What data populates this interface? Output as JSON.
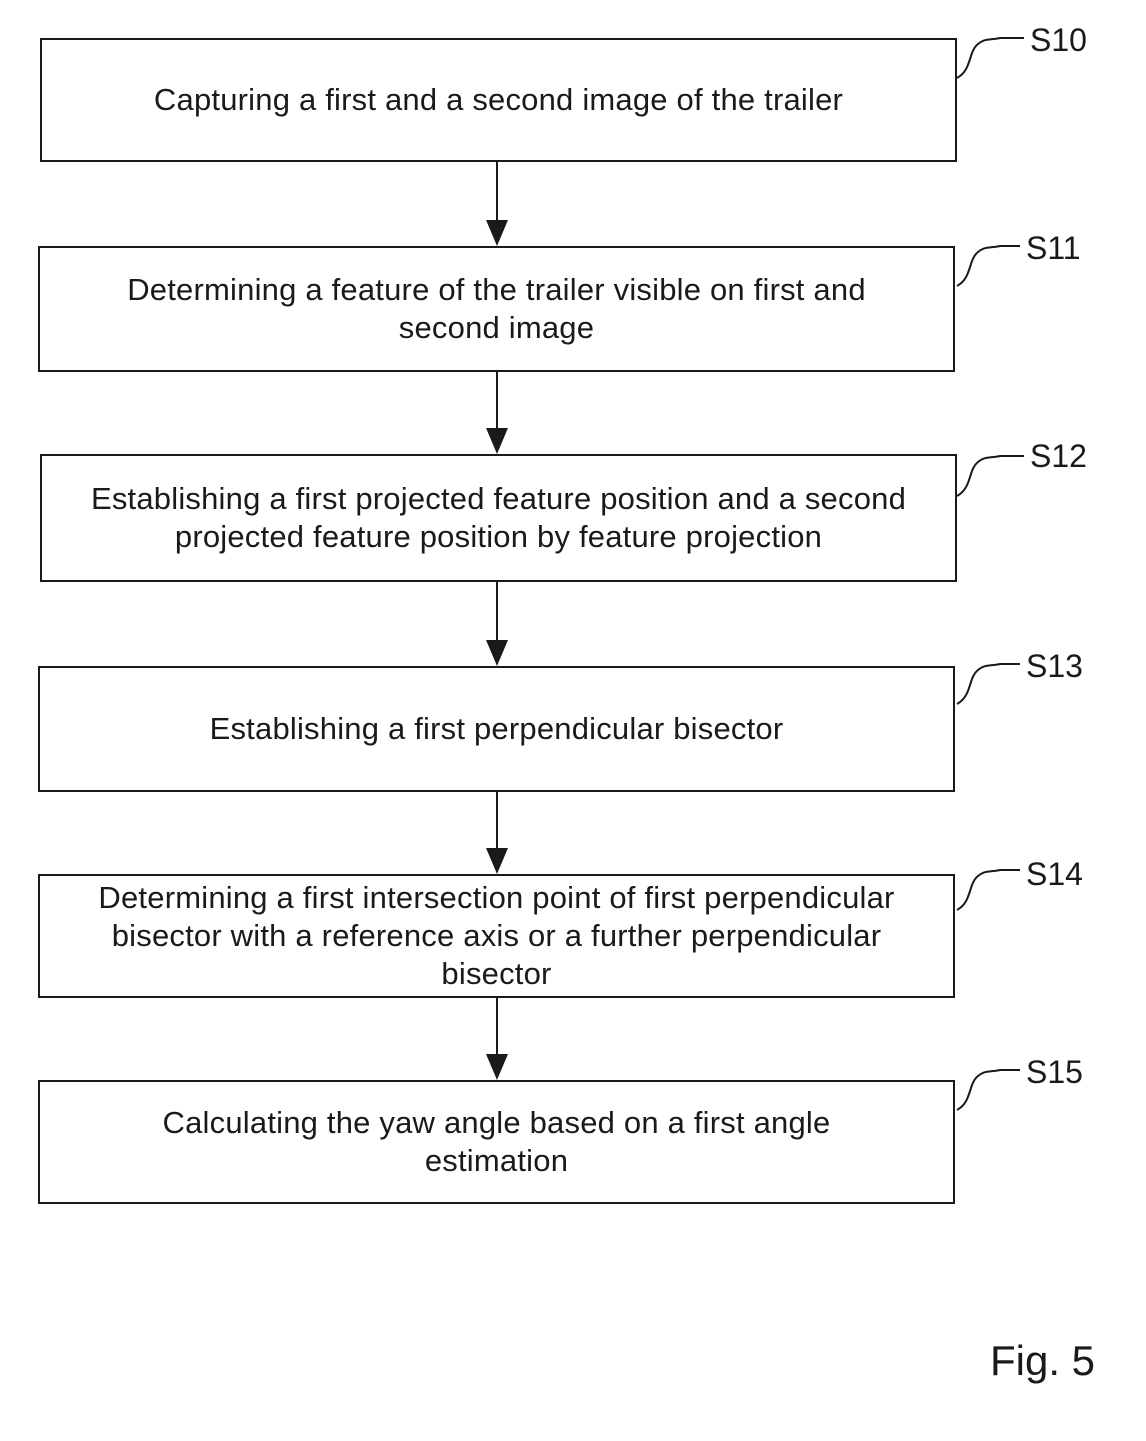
{
  "flowchart": {
    "steps": [
      {
        "id": "S10",
        "text": "Capturing a first and a second image of the trailer"
      },
      {
        "id": "S11",
        "text": "Determining a feature of the trailer visible on first and\nsecond image"
      },
      {
        "id": "S12",
        "text": "Establishing a first projected feature position and a second\nprojected feature position by feature projection"
      },
      {
        "id": "S13",
        "text": "Establishing a first perpendicular bisector"
      },
      {
        "id": "S14",
        "text": "Determining a first intersection point of first perpendicular\nbisector with a reference axis or a further perpendicular\nbisector"
      },
      {
        "id": "S15",
        "text": "Calculating the yaw angle based on a first angle\nestimation"
      }
    ],
    "figure_label": "Fig. 5"
  }
}
